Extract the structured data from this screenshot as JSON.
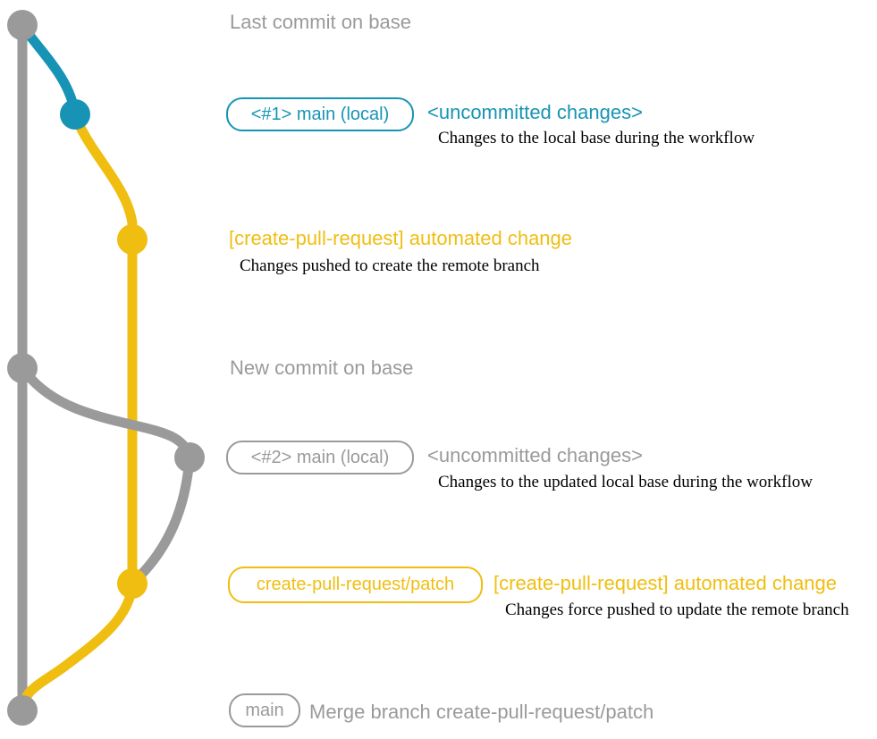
{
  "colors": {
    "gray": "#9a9a9a",
    "teal": "#1794b5",
    "yellow": "#f0be10",
    "ink": "#000000",
    "background": "#ffffff"
  },
  "diagram": {
    "annotations": [
      {
        "text": "Last commit on base"
      },
      {
        "text": "New commit on base"
      }
    ],
    "steps": [
      {
        "badge": "<#1> main (local)",
        "heading": "<uncommitted changes>",
        "description": "Changes to the local base during the workflow"
      },
      {
        "heading": "[create-pull-request] automated change",
        "description": "Changes pushed to create the remote branch"
      },
      {
        "badge": "<#2> main (local)",
        "heading": "<uncommitted changes>",
        "description": "Changes to the updated local base during the workflow"
      },
      {
        "badge": "create-pull-request/patch",
        "heading": "[create-pull-request] automated change",
        "description": "Changes force pushed to update the remote branch"
      },
      {
        "badge": "main",
        "heading": "Merge branch create-pull-request/patch"
      }
    ]
  }
}
